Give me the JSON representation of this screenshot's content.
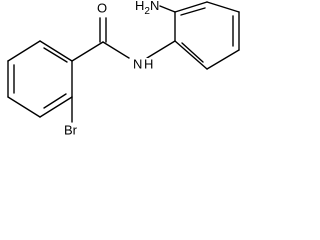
{
  "molecule": {
    "atoms": {
      "carbonyl_oxygen": "O",
      "amide_nitrogen": "N",
      "amide_hydrogen": "H",
      "amino_group": "H2N",
      "bromine": "Br"
    }
  },
  "colors": {
    "bond": "#000000",
    "label": "#000000",
    "background": "#ffffff"
  }
}
